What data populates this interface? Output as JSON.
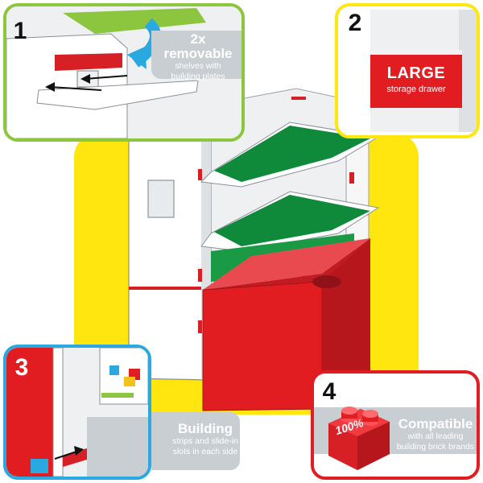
{
  "callouts": [
    {
      "number": "1",
      "title": "2x removable",
      "subtitle_lines": [
        "shelves with",
        "building plates"
      ]
    },
    {
      "number": "2",
      "title": "LARGE",
      "subtitle_lines": [
        "storage drawer"
      ]
    },
    {
      "number": "3",
      "title": "Building",
      "subtitle_lines": [
        "strips and slide-in",
        "slots in each side"
      ]
    },
    {
      "number": "4",
      "title": "Compatible",
      "subtitle_lines": [
        "with all leading",
        "building brick brands"
      ]
    }
  ],
  "brick_badge": "100%",
  "colors": {
    "green": "#8cc63f",
    "yellow": "#ffe60f",
    "blue": "#29a9e0",
    "red": "#e11d22",
    "plate_green": "#0f8a3a"
  }
}
